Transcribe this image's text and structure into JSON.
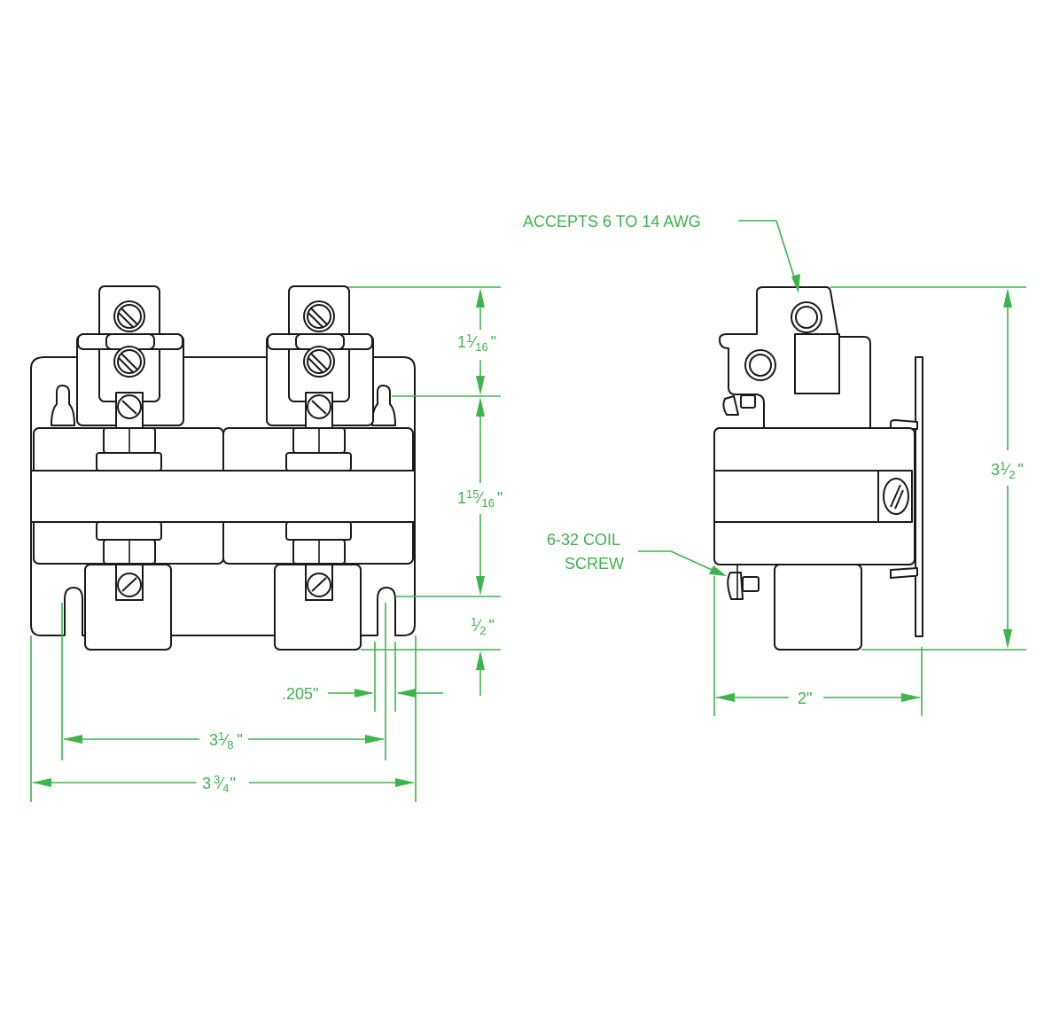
{
  "title": "Contactor outline dimension drawing",
  "colors": {
    "dimension": "#3cb54a",
    "outline": "#1a1a1a",
    "background": "#ffffff"
  },
  "views": {
    "front": {
      "name": "front-view",
      "dimensions": {
        "terminal_height": {
          "whole": "1",
          "num": "1",
          "den": "16",
          "unit": "\""
        },
        "body_height": {
          "whole": "1",
          "num": "15",
          "den": "16",
          "unit": "\""
        },
        "base_offset": {
          "whole": "",
          "num": "1",
          "den": "2",
          "unit": "\""
        },
        "slot_width": ".205\"",
        "slot_spacing": {
          "whole": "3",
          "num": "1",
          "den": "8",
          "unit": "\""
        },
        "overall_width": {
          "whole": "3",
          "num": "3",
          "den": "4",
          "unit": "\""
        }
      }
    },
    "side": {
      "name": "side-view",
      "callouts": {
        "wire_range": "ACCEPTS 6 TO 14 AWG",
        "coil_screw_line1": "6-32 COIL",
        "coil_screw_line2": "SCREW"
      },
      "dimensions": {
        "overall_height": {
          "whole": "3",
          "num": "1",
          "den": "2",
          "unit": "\""
        },
        "depth": "2\""
      }
    }
  }
}
